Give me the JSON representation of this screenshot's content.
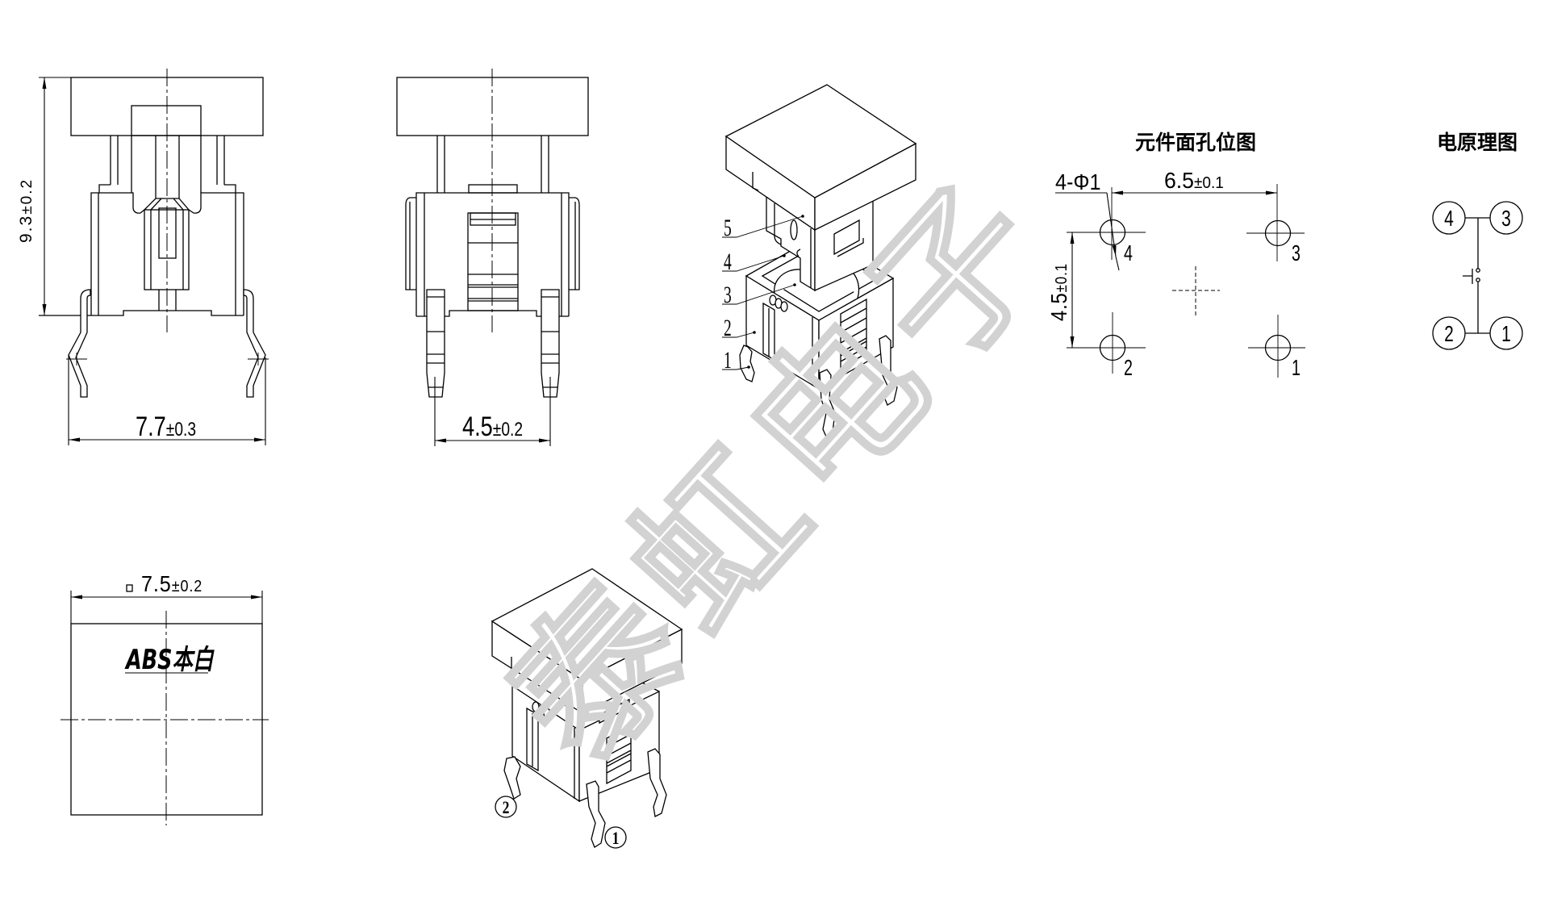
{
  "front_view": {
    "height": {
      "value": "9.3",
      "tol": "±0.2"
    },
    "width": {
      "value": "7.7",
      "tol": "±0.3"
    }
  },
  "side_view": {
    "pin_pitch": {
      "value": "4.5",
      "tol": "±0.2"
    }
  },
  "exploded_view": {
    "part_labels": [
      "5",
      "4",
      "3",
      "2",
      "1"
    ]
  },
  "cap_top_view": {
    "square_symbol": "□",
    "size": {
      "value": "7.5",
      "tol": "±0.2"
    },
    "material": "ABS本白"
  },
  "assembled_view": {
    "pin_labels": [
      "2",
      "1"
    ]
  },
  "pcb_hole_layout": {
    "title": "元件面孔位图",
    "hole_callout": "4-Φ1",
    "x_pitch": {
      "value": "6.5",
      "tol": "±0.1"
    },
    "y_pitch": {
      "value": "4.5",
      "tol": "±0.1"
    },
    "hole_labels": [
      "4",
      "3",
      "2",
      "1"
    ]
  },
  "schematic": {
    "title": "电原理图",
    "pin_labels": [
      "4",
      "3",
      "2",
      "1"
    ]
  },
  "watermark": {
    "text": "泰虹电子"
  },
  "colors": {
    "line": "#000000",
    "watermark": "#d2d2d2",
    "background": "#ffffff"
  }
}
